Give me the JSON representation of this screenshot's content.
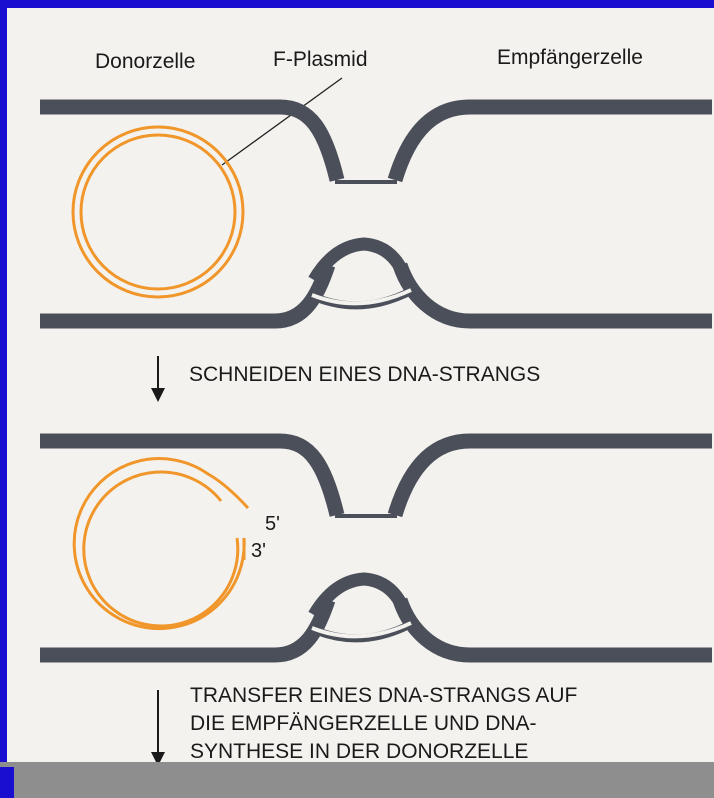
{
  "labels": {
    "donor_cell": "Donorzelle",
    "f_plasmid": "F-Plasmid",
    "recipient_cell": "Empfängerzelle",
    "step1": "SCHNEIDEN EINES DNA-STRANGS",
    "end_5": "5'",
    "end_3": "3'",
    "step2_line1": "TRANSFER EINES DNA-STRANGS  AUF",
    "step2_line2": "DIE EMPFÄNGERZELLE UND DNA-",
    "step2_line3": "SYNTHESE IN DER DONORZELLE"
  },
  "colors": {
    "frame": "#1a0fd0",
    "membrane": "#4a4f5a",
    "plasmid": "#f0962a",
    "background": "#f4f2ee",
    "footer": "#8e8e8e"
  }
}
